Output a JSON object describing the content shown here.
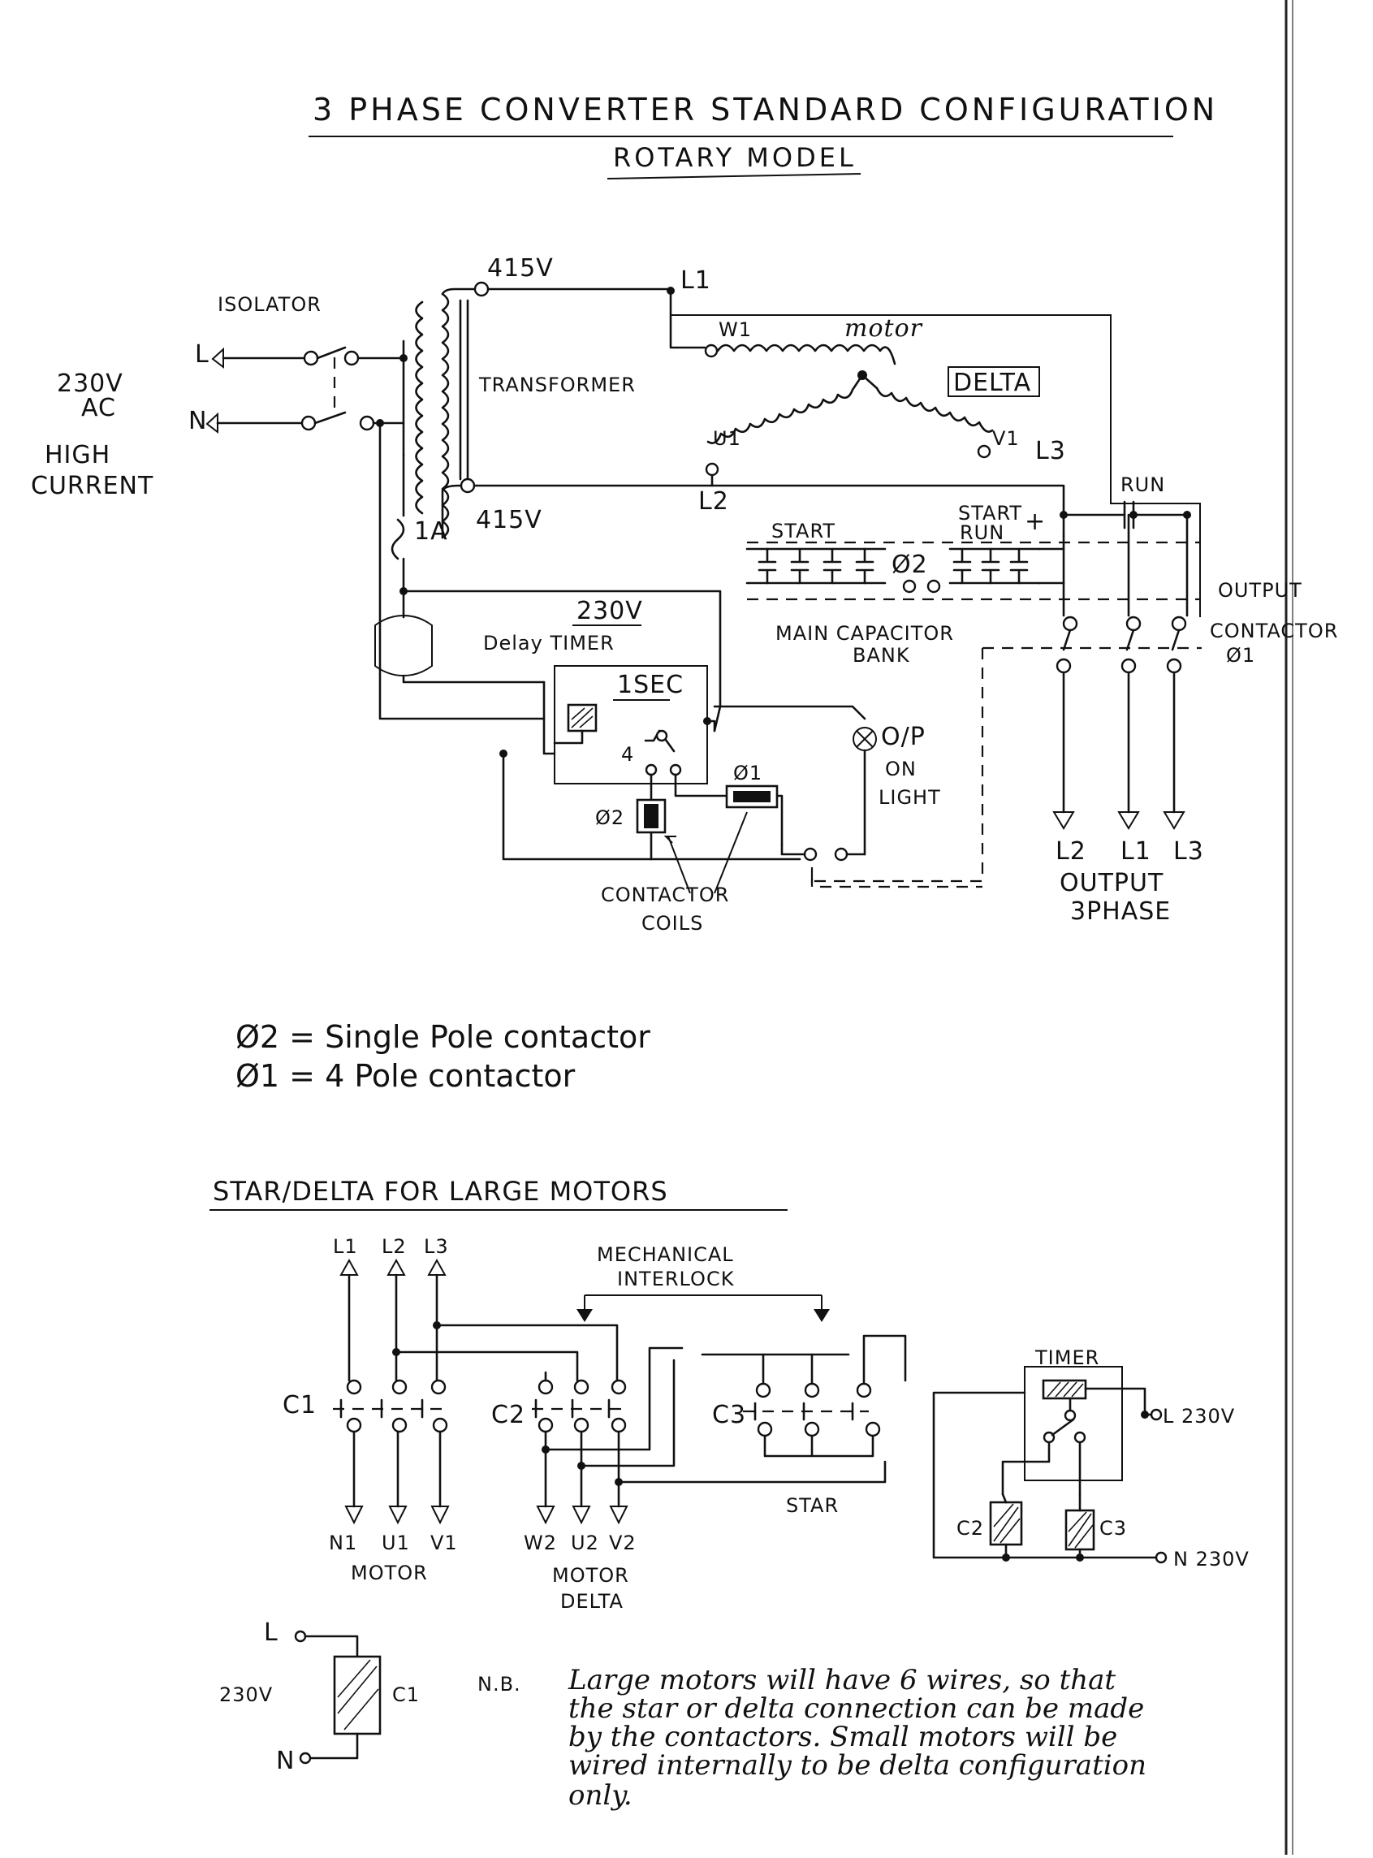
{
  "title": "3 PHASE CONVERTER STANDARD CONFIGURATION",
  "subtitle": "ROTARY MODEL",
  "supply": {
    "line1": "230V",
    "line2": "AC",
    "line3": "HIGH",
    "line4": "CURRENT",
    "L": "L",
    "N": "N"
  },
  "isolator": "ISOLATOR",
  "transformer": {
    "label": "TRANSFORMER",
    "v_top": "415V",
    "v_bottom": "415V",
    "fuse": "1A"
  },
  "motor": {
    "label": "motor",
    "config": "DELTA",
    "W1": "W1",
    "U1": "U1",
    "V1": "V1",
    "L1": "L1",
    "L2": "L2",
    "L3": "L3"
  },
  "capacitors": {
    "start": "START",
    "start_run_1": "START",
    "start_run_2": "RUN",
    "plus": "+",
    "run": "RUN",
    "contactor": "Ø2",
    "bank_1": "MAIN CAPACITOR",
    "bank_2": "BANK"
  },
  "timer": {
    "voltage": "230V",
    "label": "Delay TIMER",
    "delay": "1SEC"
  },
  "light": {
    "l1": "O/P",
    "l2": "ON",
    "l3": "LIGHT"
  },
  "coils": {
    "c2": "Ø2",
    "c1": "Ø1",
    "label_1": "CONTACTOR",
    "label_2": "COILS"
  },
  "output": {
    "contactor_1": "OUTPUT",
    "contactor_2": "CONTACTOR",
    "contactor_3": "Ø1",
    "terminals": [
      "L2",
      "L1",
      "L3"
    ],
    "label_1": "OUTPUT",
    "label_2": "3PHASE"
  },
  "legend": [
    "Ø2 = Single Pole contactor",
    "Ø1 = 4 Pole contactor"
  ],
  "star_delta": {
    "heading": "STAR/DELTA FOR LARGE MOTORS",
    "inputs": [
      "L1",
      "L2",
      "L3"
    ],
    "interlock_1": "MECHANICAL",
    "interlock_2": "INTERLOCK",
    "c1": "C1",
    "c2": "C2",
    "c3": "C3",
    "motor_terms": [
      "N1",
      "U1",
      "V1"
    ],
    "delta_terms": [
      "W2",
      "U2",
      "V2"
    ],
    "motor_label": "MOTOR",
    "motor_delta_1": "MOTOR",
    "motor_delta_2": "DELTA",
    "star": "STAR",
    "timer": "TIMER",
    "l230": "L 230V",
    "n230": "N 230V",
    "coil_c2": "C2",
    "coil_c3": "C3"
  },
  "c1_coil": {
    "L": "L",
    "N": "N",
    "voltage": "230V",
    "name": "C1"
  },
  "note": {
    "prefix": "N.B.",
    "lines": [
      "Large motors will have 6 wires, so that",
      "the star or delta connection can be made",
      "by the contactors. Small motors will be",
      "wired internally to be delta configuration",
      "only."
    ]
  }
}
